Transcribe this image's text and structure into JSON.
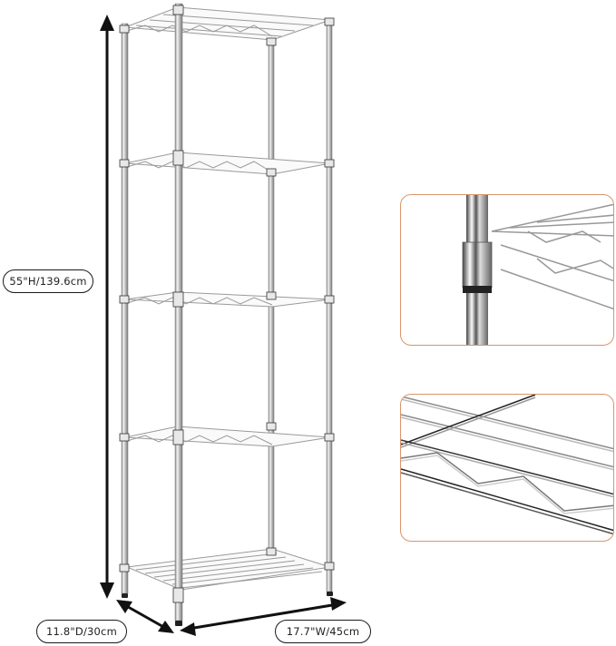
{
  "product": {
    "name": "5-Tier Wire Shelving Unit",
    "shelf_count": 5,
    "finish_color": "#c8c8c8"
  },
  "dimensions": {
    "height_label": "55\"H/139.6cm",
    "depth_label": "11.8\"D/30cm",
    "width_label": "17.7\"W/45cm"
  },
  "detail_panels": [
    {
      "name": "pole-sleeve-connection-closeup"
    },
    {
      "name": "wire-shelf-edge-closeup"
    }
  ],
  "colors": {
    "card_border": "#d9956a",
    "arrow": "#111111",
    "wire": "#9a9a9a"
  }
}
